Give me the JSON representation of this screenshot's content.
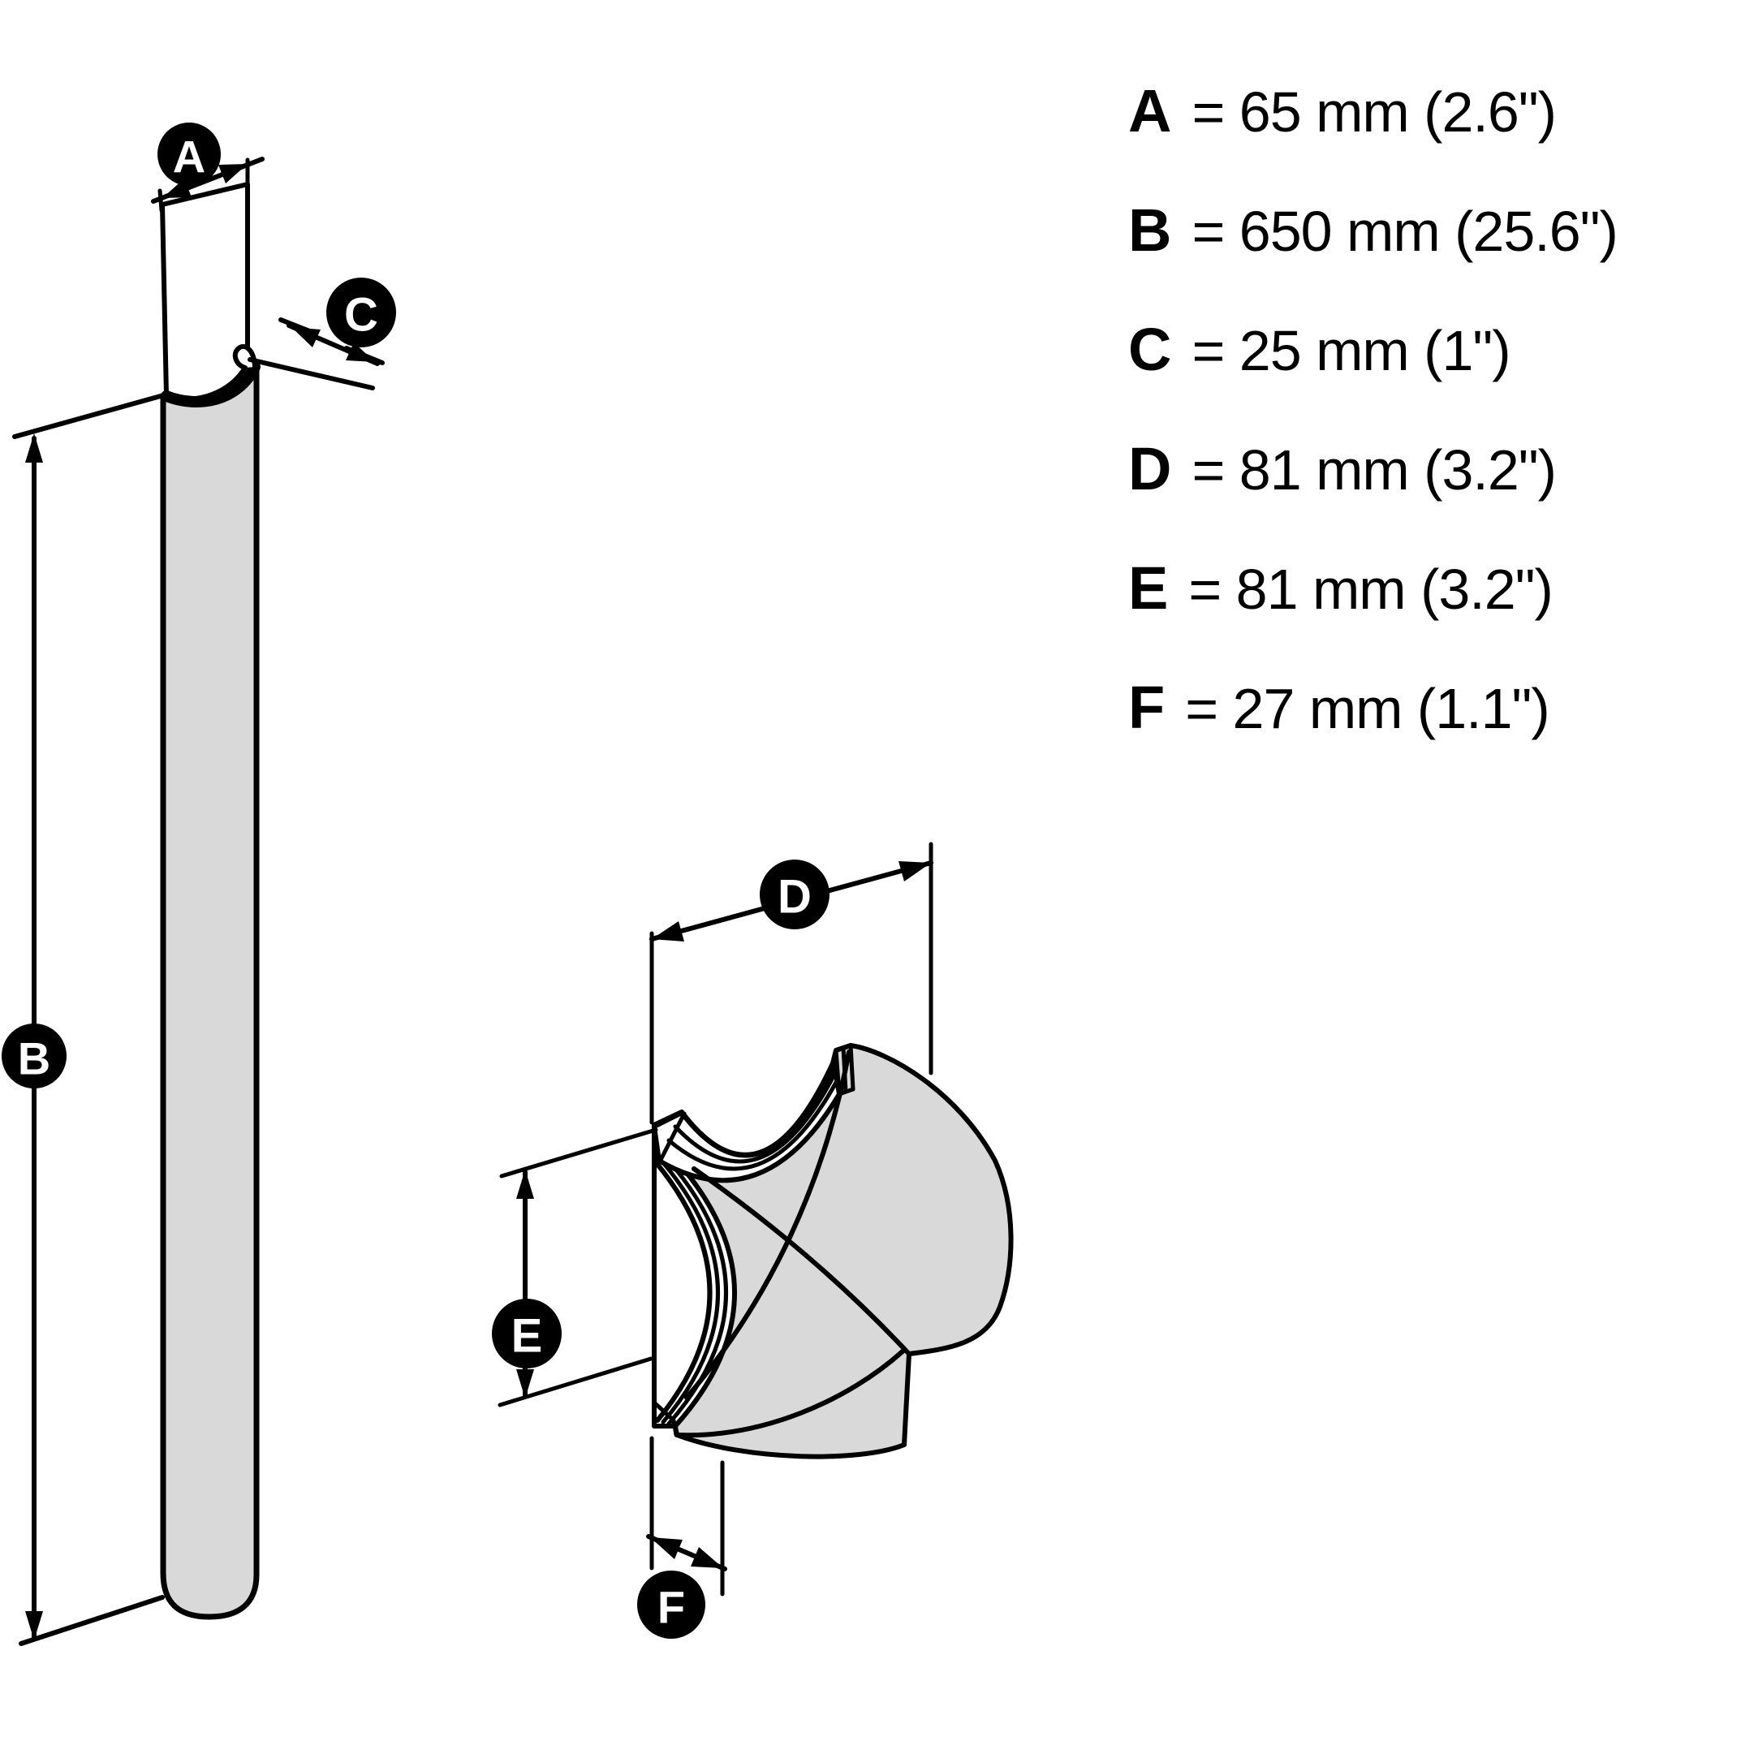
{
  "colors": {
    "background": "#ffffff",
    "line": "#000000",
    "part_fill_gray": "#d9d9d9"
  },
  "legend": {
    "items": [
      {
        "letter": "A",
        "value": "= 65 mm (2.6\")"
      },
      {
        "letter": "B",
        "value": "= 650 mm (25.6\")"
      },
      {
        "letter": "C",
        "value": "= 25 mm (1\")"
      },
      {
        "letter": "D",
        "value": "= 81 mm (3.2\")"
      },
      {
        "letter": "E",
        "value": "= 81 mm (3.2\")"
      },
      {
        "letter": "F",
        "value": "= 27 mm (1.1\")"
      }
    ]
  }
}
